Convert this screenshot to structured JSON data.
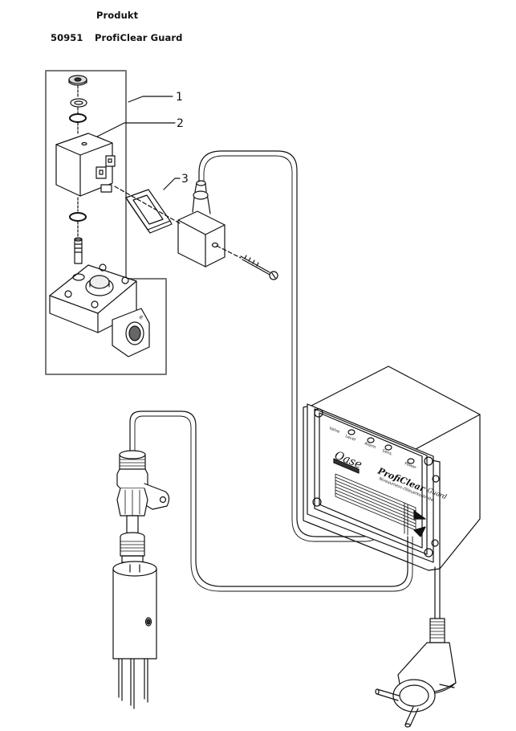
{
  "header": {
    "title": "Produkt",
    "article_number": "50951",
    "product_name": "ProfiClear Guard"
  },
  "callouts": [
    {
      "number": "1"
    },
    {
      "number": "2"
    },
    {
      "number": "3"
    }
  ],
  "controller": {
    "logo": "Oase",
    "brand_main": "ProfiClear",
    "brand_sub": "Guard",
    "subtitle": "Niveaumess-/Steuerkontrolle",
    "panel_labels": [
      "Valve",
      "Level",
      "Alarm",
      "Sens.",
      "Power"
    ]
  },
  "colors": {
    "line": "#111111",
    "frame": "#777777",
    "background": "#ffffff"
  }
}
